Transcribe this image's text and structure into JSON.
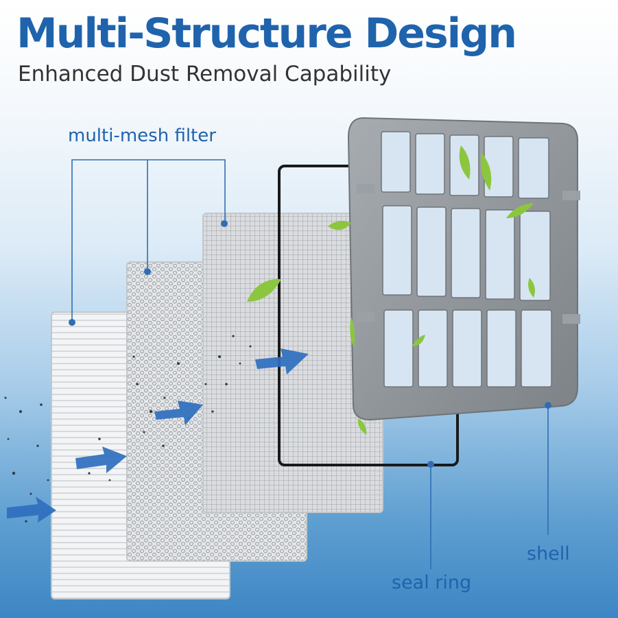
{
  "title": "Multi-Structure Design",
  "subtitle": "Enhanced Dust Removal Capability",
  "labels": {
    "multi_mesh_filter": "multi-mesh filter",
    "shell": "shell",
    "seal_ring": "seal ring"
  },
  "colors": {
    "brand_blue": "#1f63ad",
    "subtitle_gray": "#333333",
    "shell_gray": "#8a8f94",
    "leaf_green": "#8cc63f"
  },
  "icons": [
    "airflow-arrow-icon",
    "leaf-icon",
    "callout-dot-icon"
  ]
}
